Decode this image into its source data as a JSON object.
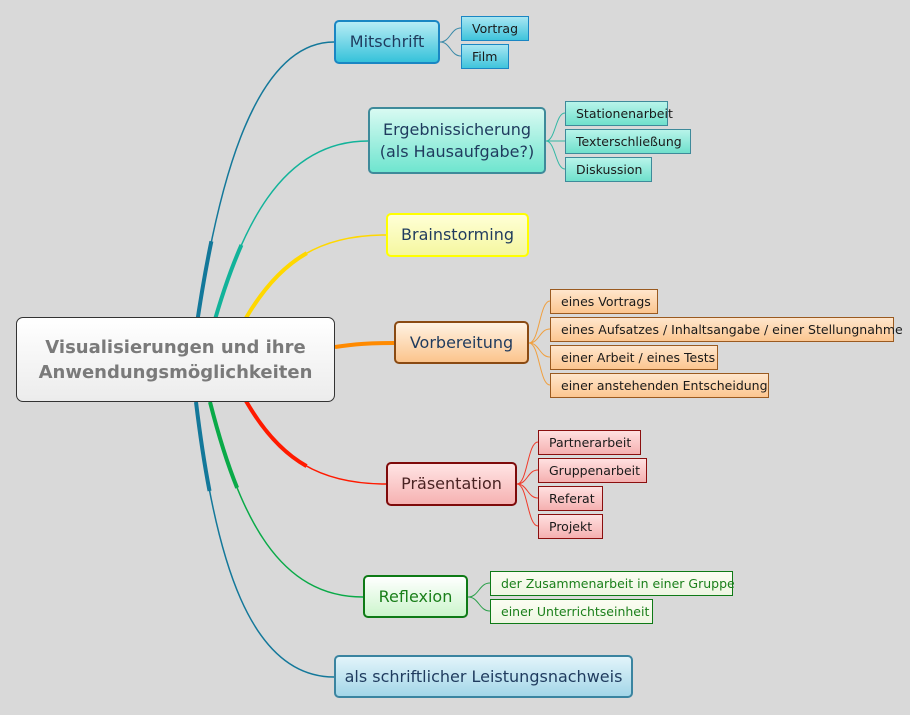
{
  "central": {
    "line1": "Visualisierungen und ihre",
    "line2": "Anwendungsmöglichkeiten"
  },
  "branches": [
    {
      "id": "mit",
      "label": "Mitschrift",
      "color": "#13789a",
      "children": [
        "Vortrag",
        "Film"
      ]
    },
    {
      "id": "erg",
      "label_line1": "Ergebnissicherung",
      "label_line2": "(als Hausaufgabe?)",
      "color": "#12b39a",
      "children": [
        "Stationenarbeit",
        "Texterschließung",
        "Diskussion"
      ]
    },
    {
      "id": "bra",
      "label": "Brainstorming",
      "color": "#ffd800",
      "children": []
    },
    {
      "id": "vor",
      "label": "Vorbereitung",
      "color": "#ff8a00",
      "children": [
        "eines Vortrags",
        "eines Aufsatzes / Inhaltsangabe / einer Stellungnahme",
        "einer Arbeit / eines Tests",
        "einer anstehenden Entscheidung"
      ]
    },
    {
      "id": "pra",
      "label": "Präsentation",
      "color": "#ff1a00",
      "children": [
        "Partnerarbeit",
        "Gruppenarbeit",
        "Referat",
        "Projekt"
      ]
    },
    {
      "id": "ref",
      "label": "Reflexion",
      "color": "#0aaa48",
      "children": [
        "der Zusammenarbeit in einer Gruppe",
        "einer Unterrichtseinheit"
      ]
    },
    {
      "id": "als",
      "label": "als schriftlicher Leistungsnachweis",
      "color": "#13789a",
      "children": []
    }
  ]
}
